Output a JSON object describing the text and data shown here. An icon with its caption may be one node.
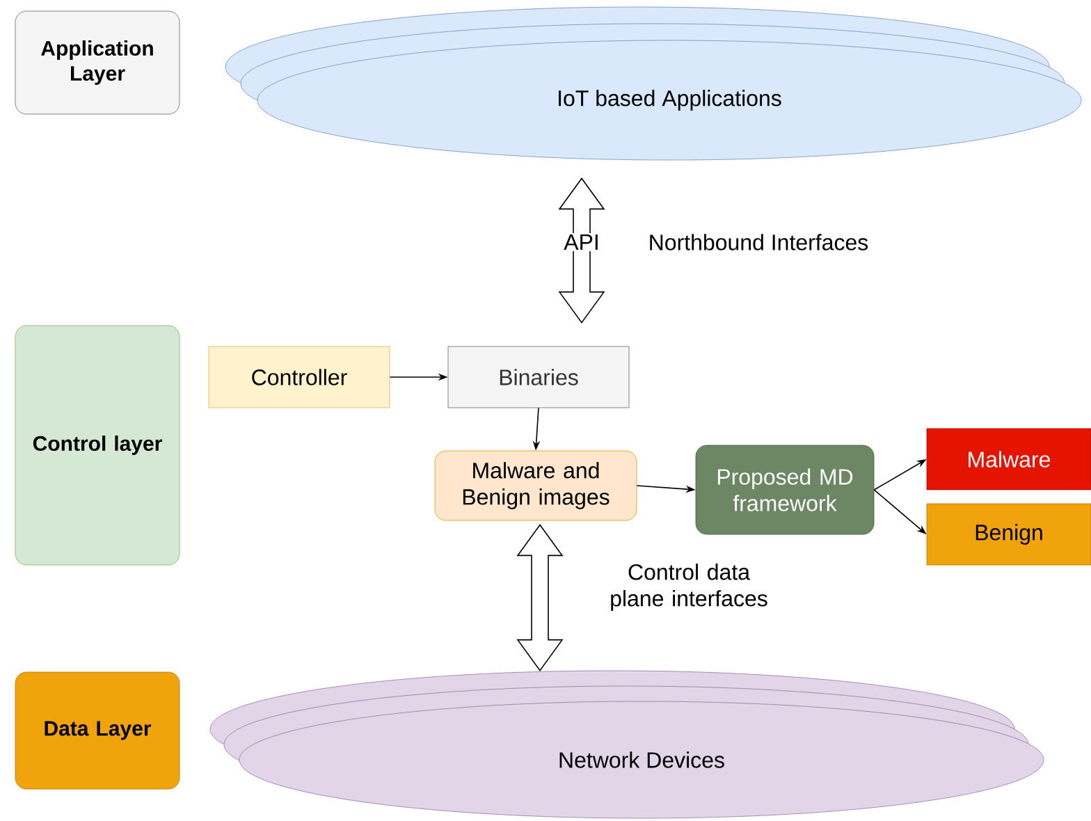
{
  "diagram": {
    "nodes": [
      {
        "text": [
          "Application Layer"
        ]
      },
      {
        "text": [
          "IoT based Applications"
        ]
      },
      {
        "text": [
          "Control layer"
        ]
      },
      {
        "text": [
          "Controller"
        ]
      },
      {
        "text": [
          "Binaries"
        ]
      },
      {
        "text": [
          "Malware and Benign images"
        ]
      },
      {
        "text": [
          "Proposed MD framework"
        ]
      },
      {
        "text": [
          "Malware"
        ]
      },
      {
        "text": [
          "Benign"
        ]
      },
      {
        "text": [
          "Data Layer"
        ]
      },
      {
        "text": [
          "Network Devices"
        ]
      }
    ],
    "edges": [
      {
        "from": 3,
        "to": 4,
        "arrow": "to"
      },
      {
        "from": 4,
        "to": 5,
        "arrow": "to"
      },
      {
        "from": 5,
        "to": 6,
        "arrow": "to"
      },
      {
        "from": 6,
        "to": 7,
        "arrow": "to"
      },
      {
        "from": 6,
        "to": 8,
        "arrow": "to"
      },
      {
        "from": 4,
        "to": 1,
        "arrow": "both",
        "style": "thick",
        "label": "API"
      },
      {
        "from": 5,
        "to": 10,
        "arrow": "both",
        "style": "thick"
      }
    ],
    "labels": [
      "Northbound Interfaces",
      "Control data plane interfaces"
    ]
  }
}
